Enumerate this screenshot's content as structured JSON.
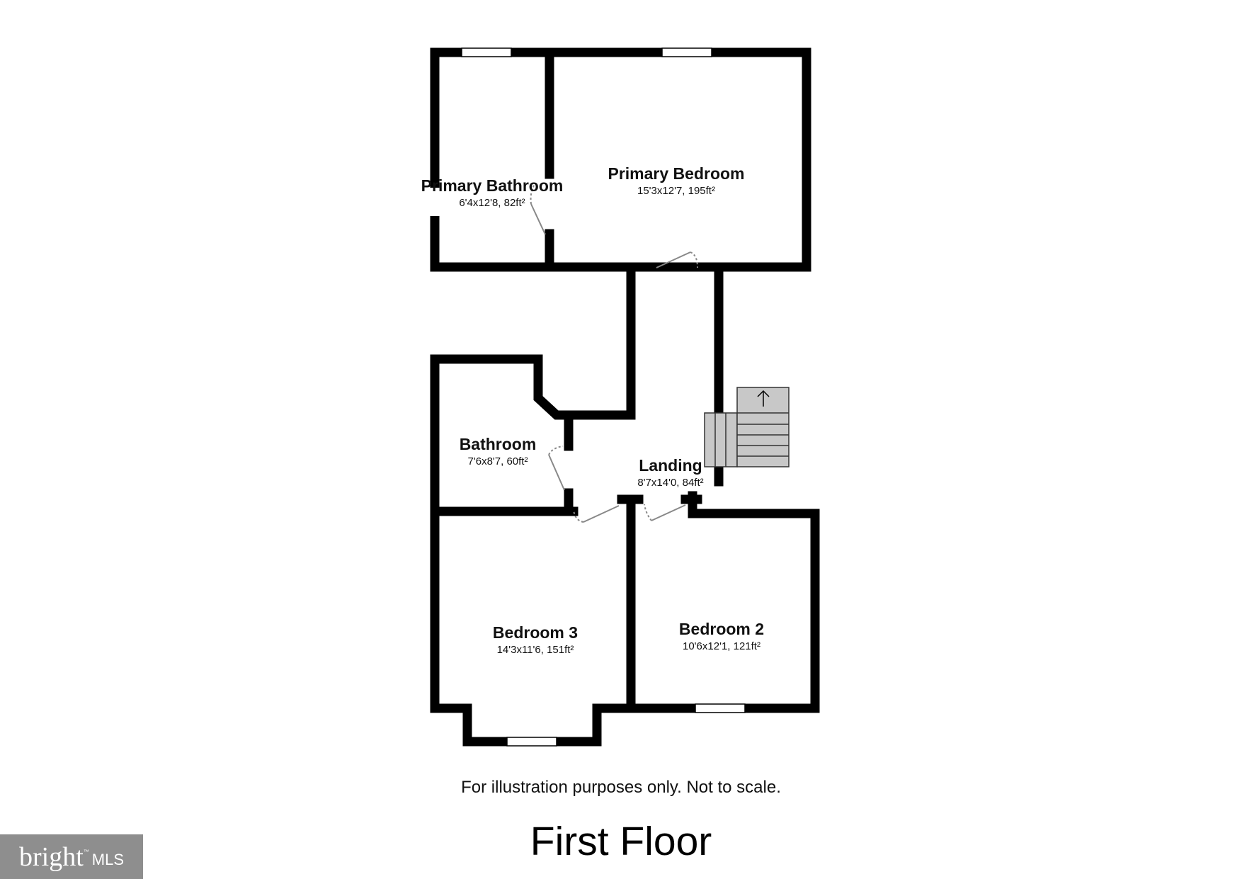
{
  "floor_title": "First Floor",
  "disclaimer": "For illustration purposes only. Not to scale.",
  "rooms": [
    {
      "name": "Primary Bathroom",
      "dimensions": "6'4x12'8, 82ft²"
    },
    {
      "name": "Primary Bedroom",
      "dimensions": "15'3x12'7, 195ft²"
    },
    {
      "name": "Bathroom",
      "dimensions": "7'6x8'7, 60ft²"
    },
    {
      "name": "Landing",
      "dimensions": "8'7x14'0, 84ft²"
    },
    {
      "name": "Bedroom 3",
      "dimensions": "14'3x11'6, 151ft²"
    },
    {
      "name": "Bedroom 2",
      "dimensions": "10'6x12'1, 121ft²"
    }
  ],
  "logo": {
    "word": "bright",
    "tm": "™",
    "suffix": "MLS"
  },
  "colors": {
    "wall": "#000000",
    "stair_fill": "#c8c8c8",
    "door": "#888888",
    "logo_bg": "#8e8e8e"
  },
  "icons": {
    "stair_arrow": "arrow-up-icon"
  }
}
